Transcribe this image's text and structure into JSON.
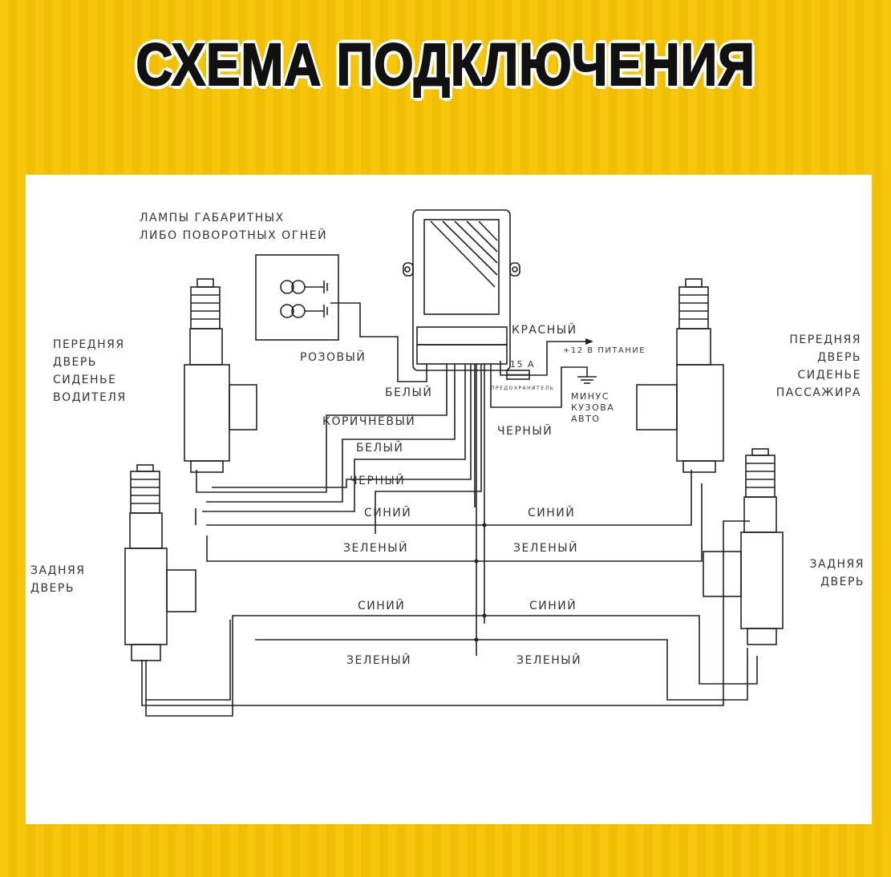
{
  "title": "СХЕМА ПОДКЛЮЧЕНИЯ",
  "labels": {
    "lamps_line1": "ЛАМПЫ ГАБАРИТНЫХ",
    "lamps_line2": "ЛИБО ПОВОРОТНЫХ ОГНЕЙ",
    "front_left_1": "ПЕРЕДНЯЯ",
    "front_left_2": "ДВЕРЬ",
    "front_left_3": "СИДЕНЬЕ",
    "front_left_4": "ВОДИТЕЛЯ",
    "front_right_1": "ПЕРЕДНЯЯ",
    "front_right_2": "ДВЕРЬ",
    "front_right_3": "СИДЕНЬЕ",
    "front_right_4": "ПАССАЖИРА",
    "rear_left_1": "ЗАДНЯЯ",
    "rear_left_2": "ДВЕРЬ",
    "rear_right_1": "ЗАДНЯЯ",
    "rear_right_2": "ДВЕРЬ",
    "red": "КРАСНЫЙ",
    "plus12": "+12 В ПИТАНИЕ",
    "fuse_rating": "15 А",
    "fuse_label": "ПРЕДОХРАНИТЕЛЬ",
    "minus_1": "МИНУС",
    "minus_2": "КУЗОВА",
    "minus_3": "АВТО",
    "pink": "РОЗОВЫЙ",
    "white_1": "БЕЛЫЙ",
    "brown": "КОРИЧНЕВЫЙ",
    "white_2": "БЕЛЫЙ",
    "black_1": "ЧЕРНЫЙ",
    "black_2": "ЧЕРНЫЙ",
    "blue_1": "СИНИЙ",
    "blue_2": "СИНИЙ",
    "green_1": "ЗЕЛЕНЫЙ",
    "green_2": "ЗЕЛЕНЫЙ",
    "blue_3": "СИНИЙ",
    "blue_4": "СИНИЙ",
    "green_3": "ЗЕЛЕНЫЙ",
    "green_4": "ЗЕЛЕНЫЙ"
  },
  "colors": {
    "background": "#f5c207",
    "panel": "#ffffff",
    "ink": "#222222",
    "title_fill": "#111111",
    "title_outline": "#ffffff"
  }
}
